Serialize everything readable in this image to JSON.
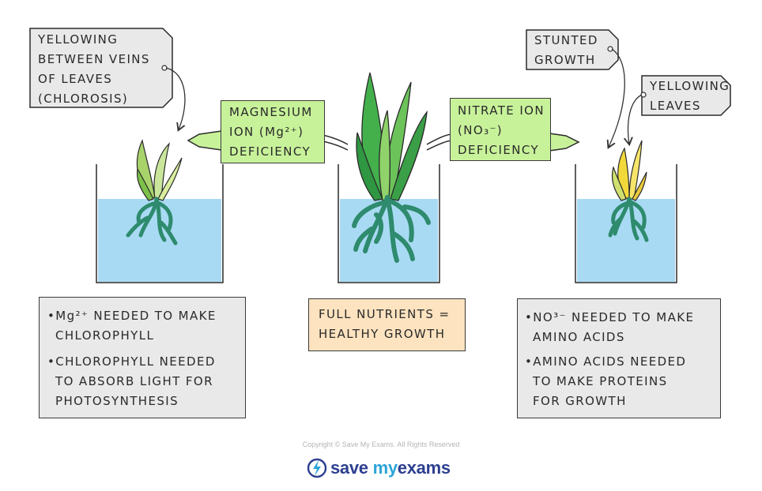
{
  "labels": {
    "chlorosis": [
      "YELLOWING",
      "BETWEEN VEINS",
      "OF LEAVES",
      "(CHLOROSIS)"
    ],
    "stunted": [
      "STUNTED",
      "GROWTH"
    ],
    "yellowing": [
      "YELLOWING",
      "LEAVES"
    ]
  },
  "deficiency": {
    "magnesium": [
      "MAGNESIUM",
      "ION (Mg²⁺)",
      "DEFICIENCY"
    ],
    "nitrate": [
      "NITRATE ION",
      "(NO₃⁻)",
      "DEFICIENCY"
    ]
  },
  "notes": {
    "left": [
      "•Mg²⁺ NEEDED TO MAKE",
      "  CHLOROPHYLL",
      "•CHLOROPHYLL NEEDED",
      "  TO ABSORB LIGHT FOR",
      "  PHOTOSYNTHESIS"
    ],
    "center": [
      "FULL NUTRIENTS =",
      "HEALTHY GROWTH"
    ],
    "right": [
      "•NO³⁻ NEEDED TO MAKE",
      "  AMINO ACIDS",
      "•AMINO ACIDS NEEDED",
      "  TO MAKE PROTEINS",
      "  FOR GROWTH"
    ]
  },
  "footer": {
    "copyright": "Copyright © Save My Exams. All Rights Reserved",
    "brand_a": "save",
    "brand_b": "my",
    "brand_c": "exams"
  },
  "colors": {
    "water": "#a9daf3",
    "leaf_green": "#3fae49",
    "leaf_light": "#b7e08a",
    "leaf_yellow": "#f3dc3c",
    "root": "#2e8b6e",
    "arrow_box": "#c8f29a",
    "note_grey": "#e9e9e9",
    "note_orange": "#fde3bf"
  }
}
